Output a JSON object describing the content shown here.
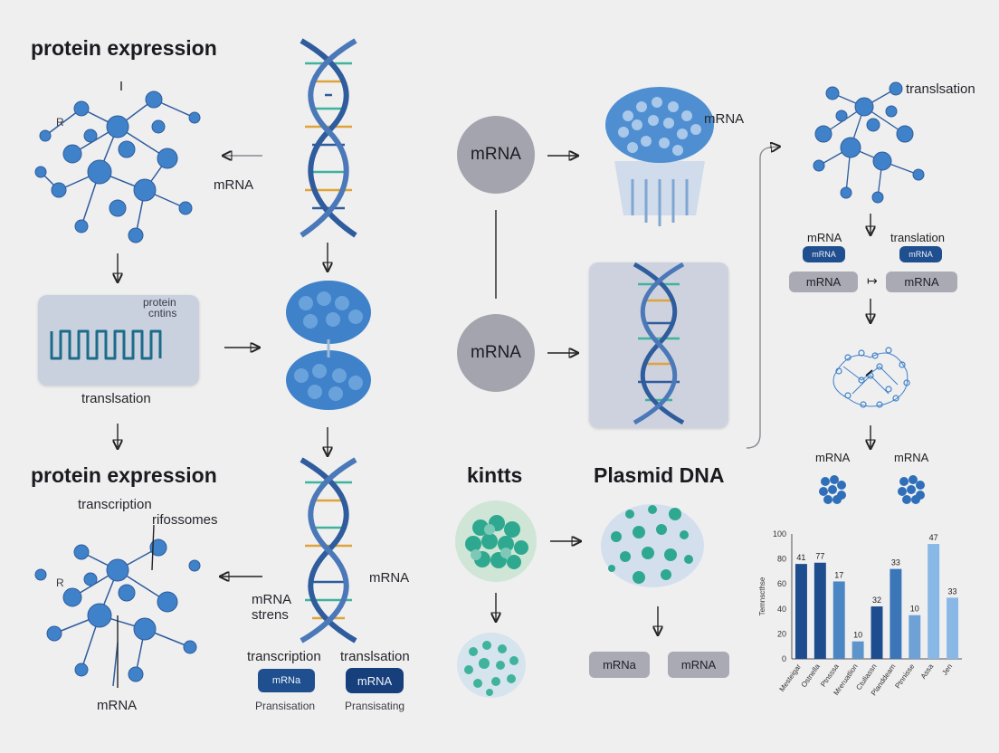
{
  "titles": {
    "top_left": "protein expression",
    "mid_left": "protein expression",
    "kintts": "kintts",
    "plasmid": "Plasmid DNA"
  },
  "labels": {
    "r_top": "R",
    "r_bottom": "R",
    "mrna_top_left": "mRNA",
    "protein_contins_1": "protein",
    "protein_contins_2": "cntins",
    "translsation_left": "translsation",
    "transcription_left": "transcription",
    "rifossomes": "rifossomes",
    "mrna_bottom_left": "mRNA",
    "mrna_dna_bottom": "mRNA",
    "mrna_strens_1": "mRNA",
    "mrna_strens_2": "strens",
    "transcription_bottom": "transcription",
    "translsation_bottom": "translsation",
    "pransisation": "Pransisation",
    "pransisating": "Pransisating",
    "mrna_ribosome_label": "mRNA",
    "translsation_top_right": "translsation",
    "mrna_right_1": "mRNA",
    "translation_right": "translation",
    "mrna_bottom_r1": "mRNA",
    "mrna_bottom_r2": "mRNA"
  },
  "circles": {
    "top": "mRNA",
    "middle": "mRNA"
  },
  "pills": {
    "bottom_dark_left": "mRNa",
    "bottom_dark_right": "mRNA",
    "grey_kintts_left": "mRNa",
    "grey_kintts_right": "mRNA",
    "right_dark_small_1": "mRNA",
    "right_dark_small_2": "mRNA",
    "right_grey_1": "mRNA",
    "right_grey_2": "mRNA",
    "right_connector": "↦"
  },
  "colors": {
    "protein_blue": "#3f82c9",
    "dna_dark": "#2f5c9c",
    "teal": "#3fb39b",
    "bar_dark": "#1d4d8e",
    "bar_light": "#8ab8e6"
  },
  "chart_data": {
    "type": "bar",
    "categories": [
      "Mesteigar",
      "Ostnella",
      "Ptnsssa",
      "Mreruatlion",
      "Ctuliassn",
      "Planddeam",
      "Ptnnisse",
      "Assa",
      "Jen"
    ],
    "values": [
      76,
      77,
      62,
      14,
      42,
      72,
      35,
      92,
      49
    ],
    "labels": [
      "41",
      "77",
      "17",
      "10",
      "32",
      "33",
      "10",
      "47",
      "33"
    ],
    "ylabel": "Temnscthse",
    "yticks": [
      0,
      20,
      40,
      60,
      80,
      100
    ],
    "ylim": [
      0,
      100
    ],
    "colors": [
      "#1d4d8e",
      "#1d4d8e",
      "#4b86c4",
      "#5e94cc",
      "#1d4d8e",
      "#3a76b8",
      "#6ea2d6",
      "#8ab8e6",
      "#8ab8e6"
    ]
  }
}
